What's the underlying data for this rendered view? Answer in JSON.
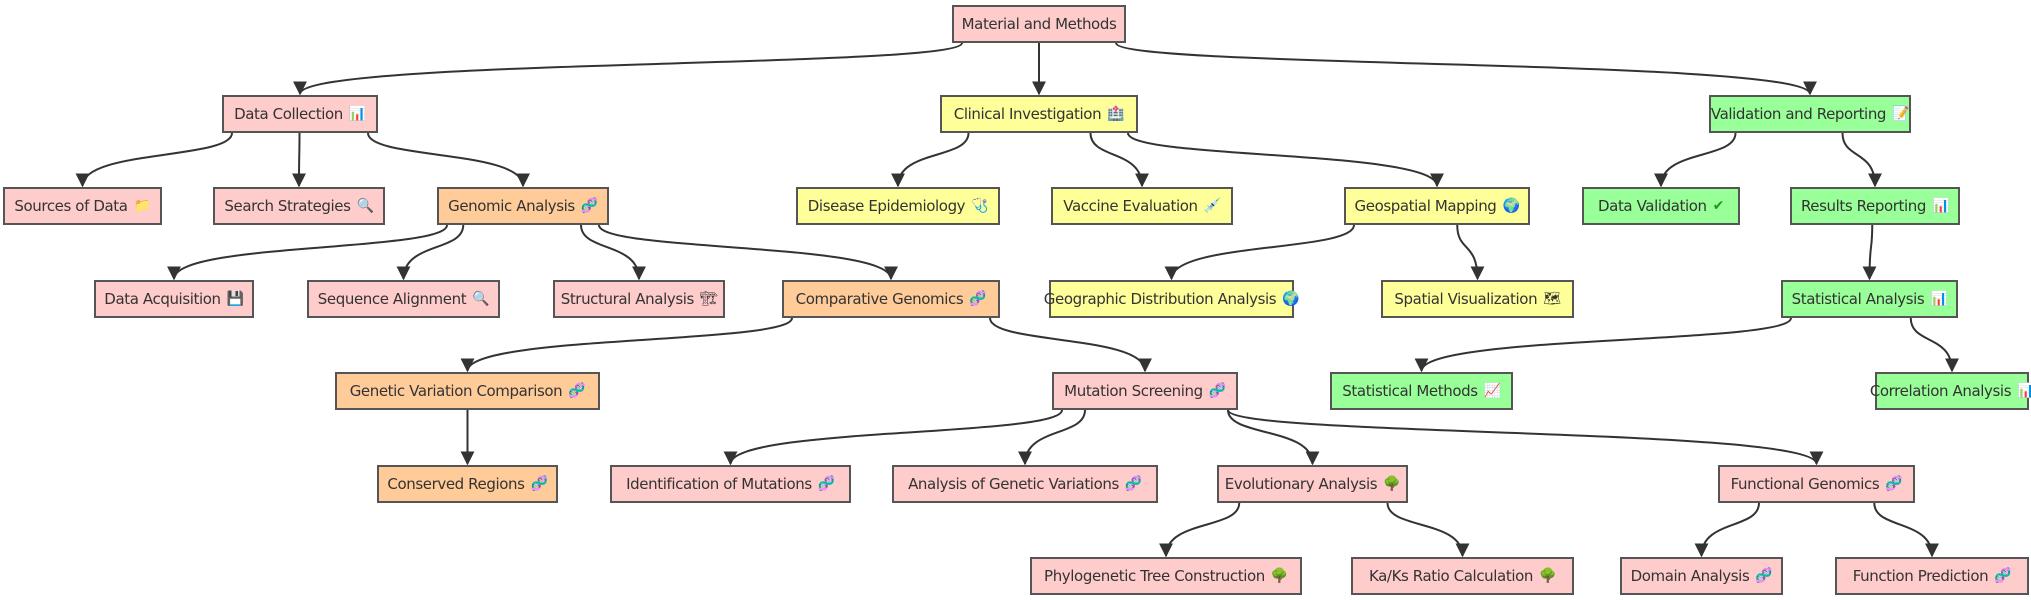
{
  "diagram": {
    "type": "flowchart",
    "colors": {
      "pink": "#ffcccc",
      "orange": "#ffcc99",
      "yellow": "#ffff99",
      "green": "#99ff99",
      "edge": "#333333",
      "border": "#555555"
    },
    "nodes": [
      {
        "id": "root",
        "label": "Material and Methods",
        "icon": "",
        "iconName": "",
        "color": "pink"
      },
      {
        "id": "dc",
        "label": "Data Collection",
        "icon": "📊",
        "iconName": "bar-chart-icon",
        "color": "pink"
      },
      {
        "id": "ci",
        "label": "Clinical Investigation",
        "icon": "🏥",
        "iconName": "hospital-icon",
        "color": "yellow"
      },
      {
        "id": "vr",
        "label": "Validation and Reporting",
        "icon": "📝",
        "iconName": "memo-icon",
        "color": "green"
      },
      {
        "id": "sod",
        "label": "Sources of Data",
        "icon": "📁",
        "iconName": "folder-icon",
        "color": "pink"
      },
      {
        "id": "ss",
        "label": "Search Strategies",
        "icon": "🔍",
        "iconName": "magnifier-icon",
        "color": "pink"
      },
      {
        "id": "ga",
        "label": "Genomic Analysis",
        "icon": "🧬",
        "iconName": "dna-icon",
        "color": "orange"
      },
      {
        "id": "de",
        "label": "Disease Epidemiology",
        "icon": "🩺",
        "iconName": "stethoscope-icon",
        "color": "yellow"
      },
      {
        "id": "ve",
        "label": "Vaccine Evaluation",
        "icon": "💉",
        "iconName": "syringe-icon",
        "color": "yellow"
      },
      {
        "id": "gm",
        "label": "Geospatial Mapping",
        "icon": "🌍",
        "iconName": "globe-icon",
        "color": "yellow"
      },
      {
        "id": "dv",
        "label": "Data Validation",
        "icon": "✔",
        "iconName": "check-icon",
        "color": "green"
      },
      {
        "id": "rr",
        "label": "Results Reporting",
        "icon": "📊",
        "iconName": "bar-chart-icon",
        "color": "green"
      },
      {
        "id": "da",
        "label": "Data Acquisition",
        "icon": "💾",
        "iconName": "floppy-disk-icon",
        "color": "pink"
      },
      {
        "id": "sa",
        "label": "Sequence Alignment",
        "icon": "🔍",
        "iconName": "magnifier-icon",
        "color": "pink"
      },
      {
        "id": "sta",
        "label": "Structural Analysis",
        "icon": "🏗",
        "iconName": "construction-icon",
        "color": "pink"
      },
      {
        "id": "cg",
        "label": "Comparative Genomics",
        "icon": "🧬",
        "iconName": "dna-icon",
        "color": "orange"
      },
      {
        "id": "gda",
        "label": "Geographic Distribution Analysis",
        "icon": "🌍",
        "iconName": "globe-icon",
        "color": "yellow"
      },
      {
        "id": "sv",
        "label": "Spatial Visualization",
        "icon": "🗺",
        "iconName": "map-icon",
        "color": "yellow"
      },
      {
        "id": "stan",
        "label": "Statistical Analysis",
        "icon": "📊",
        "iconName": "bar-chart-icon",
        "color": "green"
      },
      {
        "id": "gvc",
        "label": "Genetic Variation Comparison",
        "icon": "🧬",
        "iconName": "dna-icon",
        "color": "orange"
      },
      {
        "id": "ms",
        "label": "Mutation Screening",
        "icon": "🧬",
        "iconName": "dna-icon",
        "color": "pink"
      },
      {
        "id": "stm",
        "label": "Statistical Methods",
        "icon": "📈",
        "iconName": "line-chart-icon",
        "color": "green"
      },
      {
        "id": "ca",
        "label": "Correlation Analysis",
        "icon": "📊",
        "iconName": "bar-chart-icon",
        "color": "green"
      },
      {
        "id": "cr",
        "label": "Conserved Regions",
        "icon": "🧬",
        "iconName": "dna-icon",
        "color": "orange"
      },
      {
        "id": "iom",
        "label": "Identification of Mutations",
        "icon": "🧬",
        "iconName": "dna-icon",
        "color": "pink"
      },
      {
        "id": "agv",
        "label": "Analysis of Genetic Variations",
        "icon": "🧬",
        "iconName": "dna-icon",
        "color": "pink"
      },
      {
        "id": "ea",
        "label": "Evolutionary Analysis",
        "icon": "🌳",
        "iconName": "tree-icon",
        "color": "pink"
      },
      {
        "id": "fg",
        "label": "Functional Genomics",
        "icon": "🧬",
        "iconName": "dna-icon",
        "color": "pink"
      },
      {
        "id": "ptc",
        "label": "Phylogenetic Tree Construction",
        "icon": "🌳",
        "iconName": "tree-icon",
        "color": "pink"
      },
      {
        "id": "kks",
        "label": "Ka/Ks Ratio Calculation",
        "icon": "🌳",
        "iconName": "tree-icon",
        "color": "pink"
      },
      {
        "id": "doa",
        "label": "Domain Analysis",
        "icon": "🧬",
        "iconName": "dna-icon",
        "color": "pink"
      },
      {
        "id": "fp",
        "label": "Function Prediction",
        "icon": "🧬",
        "iconName": "dna-icon",
        "color": "pink"
      }
    ],
    "edges": [
      [
        "root",
        "dc"
      ],
      [
        "root",
        "ci"
      ],
      [
        "root",
        "vr"
      ],
      [
        "dc",
        "sod"
      ],
      [
        "dc",
        "ss"
      ],
      [
        "dc",
        "ga"
      ],
      [
        "ci",
        "de"
      ],
      [
        "ci",
        "ve"
      ],
      [
        "ci",
        "gm"
      ],
      [
        "vr",
        "dv"
      ],
      [
        "vr",
        "rr"
      ],
      [
        "ga",
        "da"
      ],
      [
        "ga",
        "sa"
      ],
      [
        "ga",
        "sta"
      ],
      [
        "ga",
        "cg"
      ],
      [
        "gm",
        "gda"
      ],
      [
        "gm",
        "sv"
      ],
      [
        "rr",
        "stan"
      ],
      [
        "cg",
        "gvc"
      ],
      [
        "cg",
        "ms"
      ],
      [
        "stan",
        "stm"
      ],
      [
        "stan",
        "ca"
      ],
      [
        "gvc",
        "cr"
      ],
      [
        "ms",
        "iom"
      ],
      [
        "ms",
        "agv"
      ],
      [
        "ms",
        "ea"
      ],
      [
        "ms",
        "fg"
      ],
      [
        "ea",
        "ptc"
      ],
      [
        "ea",
        "kks"
      ],
      [
        "fg",
        "doa"
      ],
      [
        "fg",
        "fp"
      ]
    ]
  }
}
